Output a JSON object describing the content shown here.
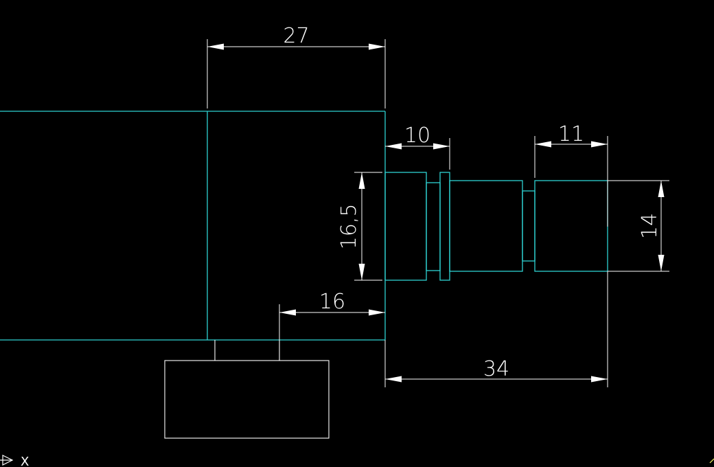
{
  "drawing": {
    "dimensions": {
      "top_width": "27",
      "shaft_first_step": "10",
      "shaft_last_step": "11",
      "left_diameter": "16,5",
      "right_diameter": "14",
      "lower_offset": "16",
      "total_shaft_length": "34"
    },
    "ucs_axis_label": "X",
    "colors": {
      "background": "#000000",
      "geometry": "#2fd3d3",
      "dimension": "#ffffff"
    }
  }
}
